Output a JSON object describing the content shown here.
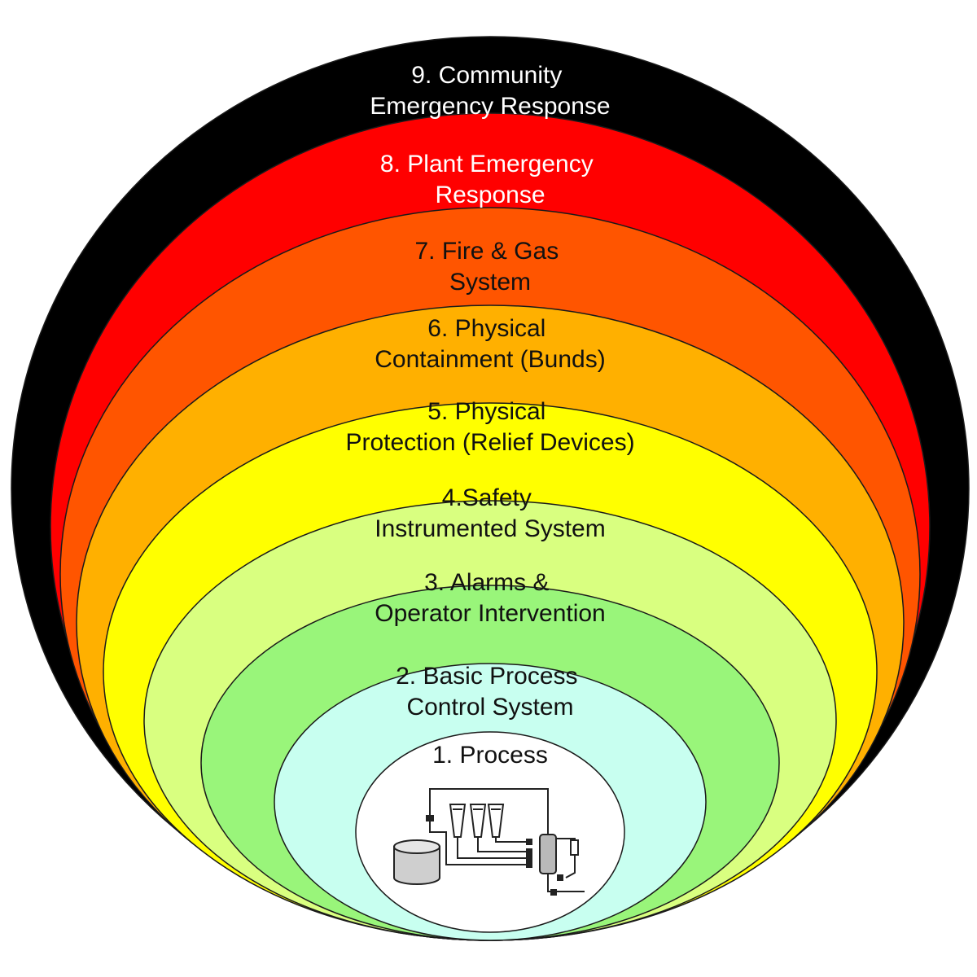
{
  "layers": [
    {
      "id": "l9",
      "number": 9,
      "line1": "9. Community",
      "line2": "Emergency Response",
      "fill": "#000000",
      "text_color": "#ffffff"
    },
    {
      "id": "l8",
      "number": 8,
      "line1": "8. Plant Emergency",
      "line2": "Response",
      "fill": "#ff0000",
      "text_color": "#ffffff"
    },
    {
      "id": "l7",
      "number": 7,
      "line1": "7. Fire & Gas",
      "line2": "System",
      "fill": "#ff5500",
      "text_color": "#111111"
    },
    {
      "id": "l6",
      "number": 6,
      "line1": "6. Physical",
      "line2": "Containment (Bunds)",
      "fill": "#ffb000",
      "text_color": "#111111"
    },
    {
      "id": "l5",
      "number": 5,
      "line1": "5. Physical",
      "line2": "Protection (Relief Devices)",
      "fill": "#ffff00",
      "text_color": "#111111"
    },
    {
      "id": "l4",
      "number": 4,
      "line1": "4.Safety",
      "line2": "Instrumented System",
      "fill": "#d9ff80",
      "text_color": "#111111"
    },
    {
      "id": "l3",
      "number": 3,
      "line1": "3. Alarms &",
      "line2": "Operator Intervention",
      "fill": "#99f57a",
      "text_color": "#111111"
    },
    {
      "id": "l2",
      "number": 2,
      "line1": "2. Basic Process",
      "line2": "Control System",
      "fill": "#c8fff0",
      "text_color": "#111111"
    },
    {
      "id": "l1",
      "number": 1,
      "line1": "1. Process",
      "line2": "",
      "fill": "#ffffff",
      "text_color": "#111111"
    }
  ],
  "icons": {
    "process_schematic": "process-schematic-icon"
  }
}
